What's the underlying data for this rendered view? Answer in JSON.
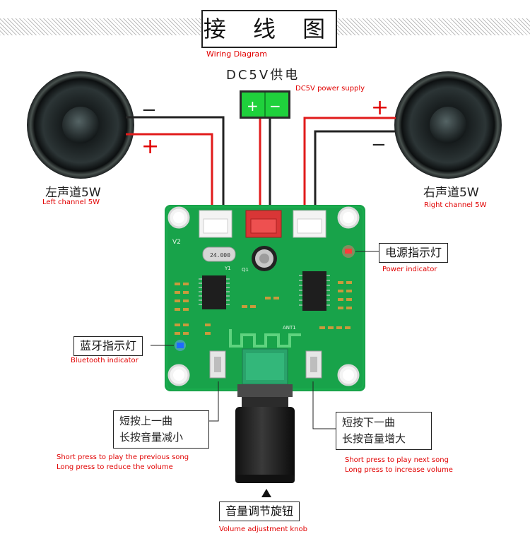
{
  "title": "接 线 图",
  "title_en": "Wiring Diagram",
  "power": {
    "cn": "DC5V供电",
    "en": "DC5V power supply",
    "plus": "+",
    "minus": "−"
  },
  "left_speaker": {
    "cn": "左声道5W",
    "en": "Left channel 5W",
    "minus": "−",
    "plus": "+"
  },
  "right_speaker": {
    "cn": "右声道5W",
    "en": "Right channel 5W",
    "plus": "+",
    "minus": "−"
  },
  "power_indicator": {
    "cn": "电源指示灯",
    "en": "Power indicator"
  },
  "bt_indicator": {
    "cn": "蓝牙指示灯",
    "en": "Bluetooth indicator"
  },
  "prev_button": {
    "cn_line1": "短按上一曲",
    "cn_line2": "长按音量减小",
    "en_line1": "Short press to play the previous song",
    "en_line2": "Long press to reduce the volume"
  },
  "next_button": {
    "cn_line1": "短按下一曲",
    "cn_line2": "长按音量增大",
    "en_line1": "Short press to play next song",
    "en_line2": "Long press to increase volume"
  },
  "knob": {
    "cn": "音量调节旋钮",
    "en": "Volume adjustment knob"
  },
  "board": {
    "version": "V2",
    "ant": "ANT1",
    "crystal": "24.000",
    "y1": "Y1",
    "q1": "Q1"
  }
}
